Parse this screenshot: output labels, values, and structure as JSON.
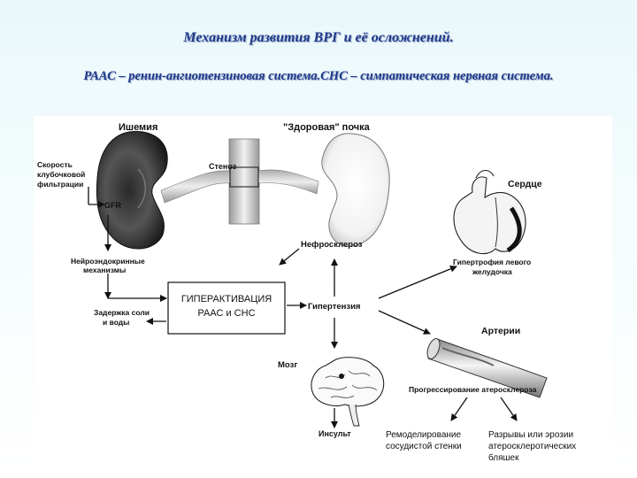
{
  "slide": {
    "title": "Механизм развития ВРГ и её осложнений.",
    "subtitle": "РААС – ренин-ангиотензиновая система.СНС – симпатическая нервная система."
  },
  "diagram": {
    "ischemia": "Ишемия",
    "healthy_kidney": "\"Здоровая\" почка",
    "stenosis": "Стеноз",
    "gfr_line1": "Скорость",
    "gfr_line2": "клубочковой",
    "gfr_line3": "фильтрации",
    "gfr_abbr": "GFR",
    "neuro_line1": "Нейроэндокринные",
    "neuro_line2": "механизмы",
    "retention_line1": "Задержка соли",
    "retention_line2": "и воды",
    "hyper_line1": "ГИПЕРАКТИВАЦИЯ",
    "hyper_line2": "РААС и СНС",
    "hypertension": "Гипертензия",
    "nephrosclerosis": "Нефросклероз",
    "heart": "Сердце",
    "lvh_line1": "Гипертрофия левого",
    "lvh_line2": "желудочка",
    "arteries": "Артерии",
    "athero_progress": "Прогрессирование атеросклероза",
    "brain": "Мозг",
    "stroke": "Инсульт",
    "remodel_line1": "Ремоделирование",
    "remodel_line2": "сосудистой стенки",
    "rupture_line1": "Разрывы или эрозии",
    "rupture_line2": "атеросклеротических",
    "rupture_line3": "бляшек"
  }
}
